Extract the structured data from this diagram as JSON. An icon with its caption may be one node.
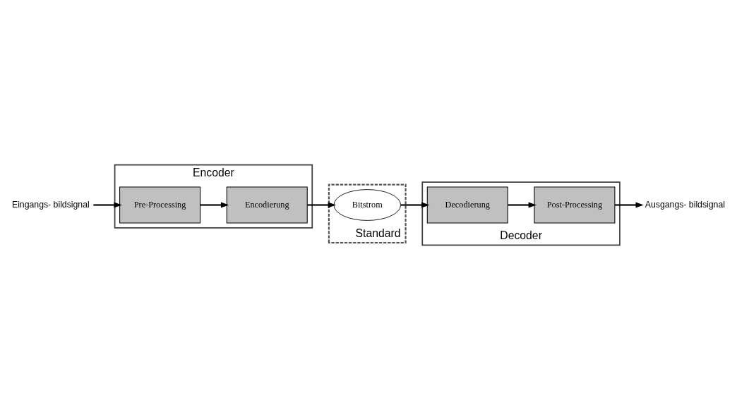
{
  "diagram": {
    "nodes": [
      {
        "text": [
          "Encoder"
        ]
      },
      {
        "text": [
          "Pre-Processing"
        ],
        "in": 0
      },
      {
        "text": [
          "Encodierung"
        ],
        "in": 0
      },
      {
        "text": [
          "Eingangs- bildsignal"
        ]
      },
      {
        "text": [
          "Standard"
        ]
      },
      {
        "text": [
          "Bitstrom"
        ],
        "in": 4
      },
      {
        "text": [
          "Decoder"
        ]
      },
      {
        "text": [
          "Post-Processing"
        ],
        "in": 6
      },
      {
        "text": [
          "Decodierung"
        ],
        "in": 6
      },
      {
        "text": [
          "Ausgangs- bildsignal"
        ]
      }
    ],
    "edges": [
      {
        "from": 3,
        "to": 1,
        "arrow": "to"
      },
      {
        "from": 1,
        "to": 2,
        "arrow": "to"
      },
      {
        "from": 2,
        "to": 5,
        "arrow": "to"
      },
      {
        "from": 5,
        "to": 8,
        "arrow": "to"
      },
      {
        "from": 8,
        "to": 7,
        "arrow": "to"
      },
      {
        "from": 7,
        "to": 9,
        "arrow": "to"
      }
    ]
  }
}
